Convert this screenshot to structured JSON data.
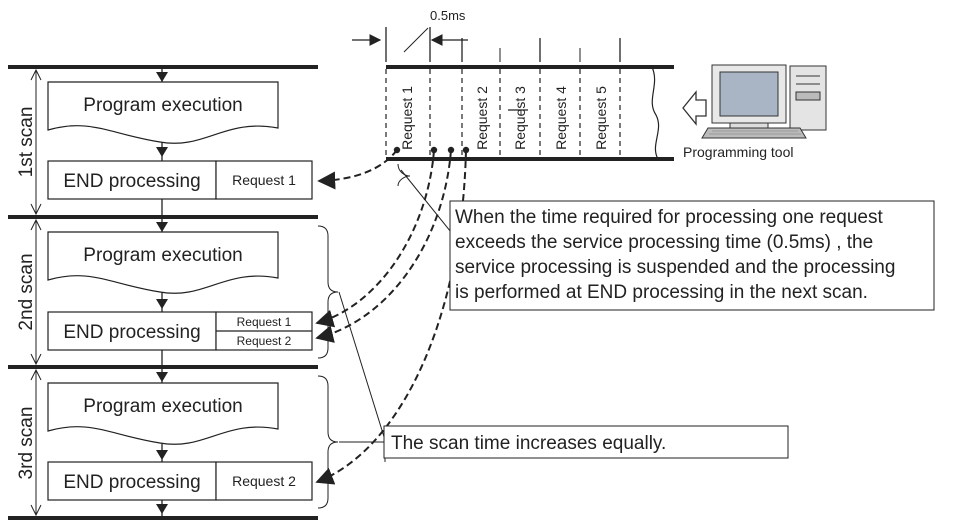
{
  "interval_label": "0.5ms",
  "scans": [
    {
      "label": "1st scan",
      "program": "Program execution",
      "end": "END processing",
      "requests": [
        "Request 1"
      ]
    },
    {
      "label": "2nd scan",
      "program": "Program execution",
      "end": "END processing",
      "requests": [
        "Request 1",
        "Request 2"
      ]
    },
    {
      "label": "3rd scan",
      "program": "Program execution",
      "end": "END processing",
      "requests": [
        "Request 2"
      ]
    }
  ],
  "queue_requests": [
    "Request 1",
    "Request 2",
    "Request 3",
    "Request 4",
    "Request 5"
  ],
  "programming_tool": "Programming tool",
  "note_service": [
    "When the time required for processing one request",
    "exceeds the service processing time (0.5ms) , the",
    "service processing is suspended and the processing",
    "is performed at END processing in the next scan."
  ],
  "note_scan": "The scan time increases equally."
}
